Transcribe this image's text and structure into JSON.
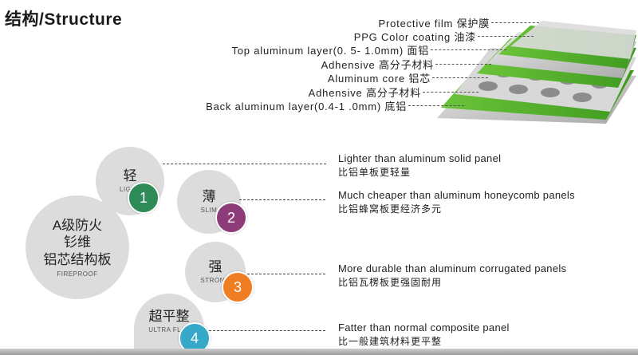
{
  "title": "结构/Structure",
  "layers": [
    {
      "label": "Protective film 保护膜"
    },
    {
      "label": "PPG Color coating 油漆"
    },
    {
      "label": "Top aluminum layer(0. 5- 1.0mm) 面铝"
    },
    {
      "label": "Adhensive 高分子材料"
    },
    {
      "label": "Aluminum core 铝芯"
    },
    {
      "label": "Adhensive 高分子材料"
    },
    {
      "label": "Back aluminum layer(0.4-1 .0mm) 底铝"
    }
  ],
  "center": {
    "line1": "A级防火",
    "line2": "钐维",
    "line3": "铝芯结构板",
    "en": "FIREPROOF"
  },
  "features": [
    {
      "cn": "轻",
      "en": "LIGHT",
      "num": "1",
      "color": "#2e8b57",
      "desc_en": "Lighter than aluminum solid panel",
      "desc_cn": "比铝单板更轻量"
    },
    {
      "cn": "薄",
      "en": "SLIM",
      "num": "2",
      "color": "#8e3b7a",
      "desc_en": "Much cheaper than aluminum honeycomb panels",
      "desc_cn": "比铝蜂窝板更经济多元"
    },
    {
      "cn": "强",
      "en": "STRONG",
      "num": "3",
      "color": "#ef7d22",
      "desc_en": "More durable than aluminum corrugated panels",
      "desc_cn": "比铝瓦楞板更强固耐用"
    },
    {
      "cn": "超平整",
      "en": "ULTRA FLAT",
      "num": "4",
      "color": "#36a9c9",
      "desc_en": "Fatter than normal composite panel",
      "desc_cn": "比一般建筑材料更平整"
    }
  ],
  "colors": {
    "green": "#5cb531",
    "dark_green": "#3e8f20",
    "metal": "#c9c9c9",
    "circle_bg": "#dcdcdc"
  }
}
